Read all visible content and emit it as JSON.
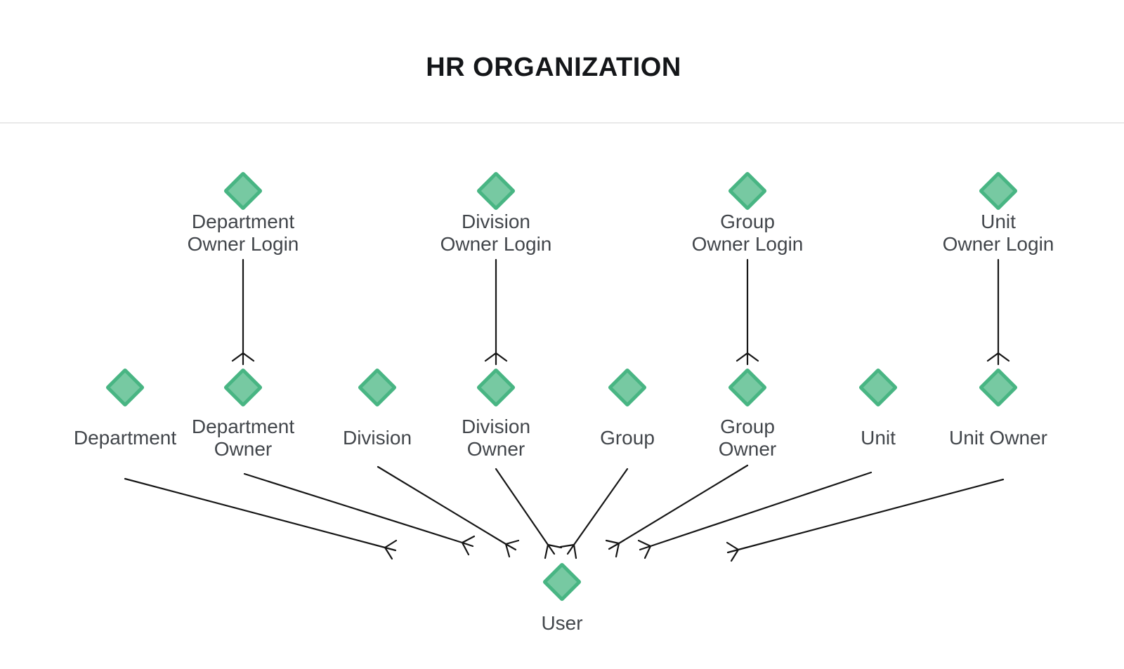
{
  "title": "HR ORGANIZATION",
  "colors": {
    "diamond_fill": "#77c9a2",
    "diamond_border": "#48b583",
    "line": "#161616",
    "label": "#42464b",
    "divider": "#e9e9e9",
    "background": "#ffffff"
  },
  "diagram": {
    "top_entities": [
      {
        "label": "Department\nOwner Login"
      },
      {
        "label": "Division\nOwner Login"
      },
      {
        "label": "Group\nOwner Login"
      },
      {
        "label": "Unit\nOwner Login"
      }
    ],
    "middle_entities": [
      {
        "label": "Department"
      },
      {
        "label": "Department\nOwner"
      },
      {
        "label": "Division"
      },
      {
        "label": "Division\nOwner"
      },
      {
        "label": "Group"
      },
      {
        "label": "Group\nOwner"
      },
      {
        "label": "Unit"
      },
      {
        "label": "Unit Owner"
      }
    ],
    "user_entity": {
      "label": "User"
    },
    "relationships": [
      {
        "from": "Department Owner Login",
        "to": "Department Owner",
        "marker": "crow-foot"
      },
      {
        "from": "Division Owner Login",
        "to": "Division Owner",
        "marker": "crow-foot"
      },
      {
        "from": "Group Owner Login",
        "to": "Group Owner",
        "marker": "crow-foot"
      },
      {
        "from": "Unit Owner Login",
        "to": "Unit Owner",
        "marker": "crow-foot"
      },
      {
        "from": "Department",
        "to": "User",
        "marker": "crow-foot"
      },
      {
        "from": "Department Owner",
        "to": "User",
        "marker": "crow-foot"
      },
      {
        "from": "Division",
        "to": "User",
        "marker": "crow-foot"
      },
      {
        "from": "Division Owner",
        "to": "User",
        "marker": "crow-foot"
      },
      {
        "from": "Group",
        "to": "User",
        "marker": "crow-foot"
      },
      {
        "from": "Group Owner",
        "to": "User",
        "marker": "crow-foot"
      },
      {
        "from": "Unit",
        "to": "User",
        "marker": "crow-foot"
      },
      {
        "from": "Unit Owner",
        "to": "User",
        "marker": "crow-foot"
      }
    ]
  }
}
